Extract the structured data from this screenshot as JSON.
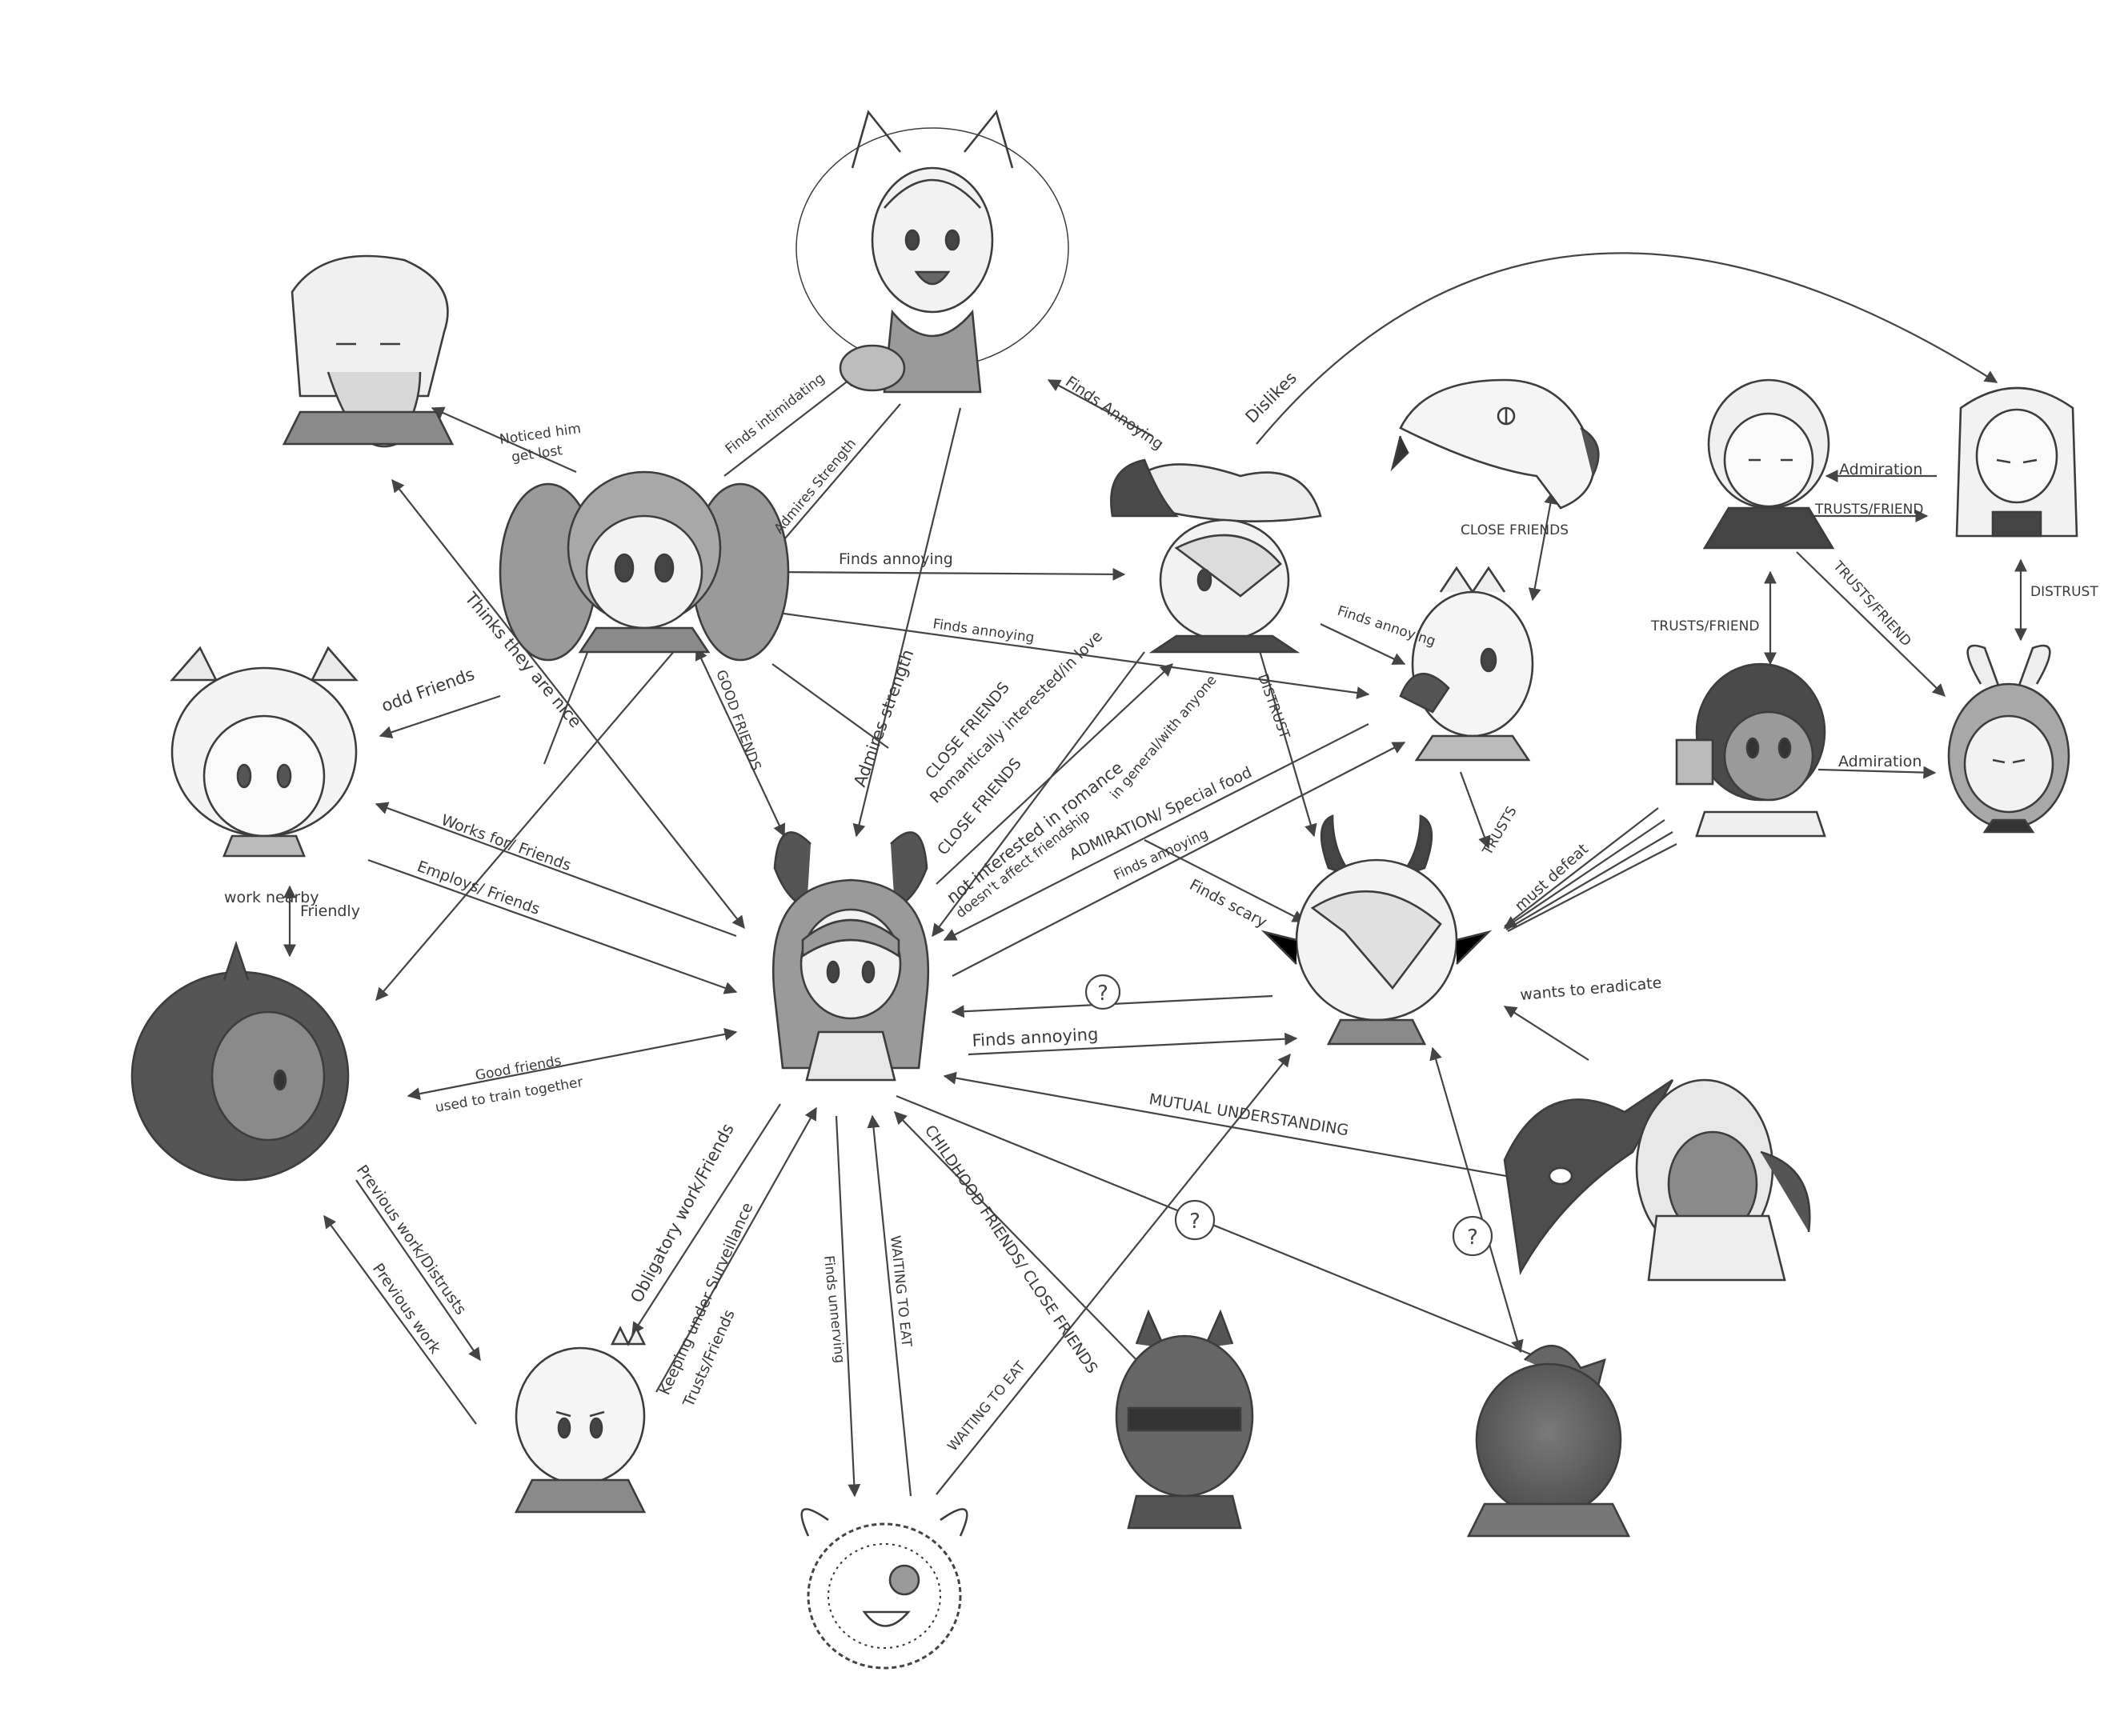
{
  "colors": {
    "ink": "#444444",
    "label": "#3a3a3a",
    "background": "#ffffff",
    "portrait_tone": "#8c8c8c"
  },
  "characters": [
    {
      "id": "bunny",
      "icon": "bunny-eared-girl-portrait"
    },
    {
      "id": "cat",
      "icon": "cat-eared-wild-hair-girl-portrait"
    },
    {
      "id": "old",
      "icon": "bearded-old-man-portrait"
    },
    {
      "id": "twin",
      "icon": "twin-tailed-girl-portrait"
    },
    {
      "id": "bow",
      "icon": "bow-haired-girl-portrait"
    },
    {
      "id": "curly",
      "icon": "curly-haired-girl-portrait"
    },
    {
      "id": "crown",
      "icon": "crowned-boy-portrait"
    },
    {
      "id": "scribble",
      "icon": "scribbled-winged-creature-portrait"
    },
    {
      "id": "blind",
      "icon": "blindfolded-horned-girl-portrait"
    },
    {
      "id": "dark",
      "icon": "shadowed-silhouette-portrait"
    },
    {
      "id": "dragon",
      "icon": "dragon-and-girl-portrait"
    },
    {
      "id": "demon",
      "icon": "horned-demon-girl-portrait"
    },
    {
      "id": "witch",
      "icon": "witch-hat-girl-portrait"
    },
    {
      "id": "snake",
      "icon": "snake-portrait"
    },
    {
      "id": "duck",
      "icon": "duck-bonnet-girl-portrait"
    },
    {
      "id": "shorthair",
      "icon": "short-haired-girl-portrait"
    },
    {
      "id": "longhair",
      "icon": "long-haired-girl-portrait"
    },
    {
      "id": "smallbunny",
      "icon": "small-bunny-girl-portrait"
    },
    {
      "id": "hammer",
      "icon": "hammer-girl-portrait"
    }
  ],
  "labels": {
    "finds_intimidating": "Finds intimidating",
    "admires_strength_top": "Admires Strength",
    "finds_annoying_cat": "Finds Annoying",
    "noticed_him": "Noticed him",
    "get_lost": "get lost",
    "finds_annoying_twin_witch": "Finds annoying",
    "thinks_they_are_nice": "Thinks they are nice",
    "good_friends": "GOOD FRIENDS",
    "admires_strength_mid": "Admires strength",
    "finds_annoying_mid": "Finds annoying",
    "close_friends_main": "CLOSE FRIENDS",
    "romantically_interested": "Romantically interested/in love",
    "close_friends_second": "CLOSE FRIENDS",
    "not_interested_in_romance": "not interested in romance",
    "in_general_with_anyone": "in general/with anyone",
    "doesnt_affect_friendship": "doesn't affect friendship",
    "admiration_special_food": "ADMIRATION/ Special food",
    "finds_annoying_duck": "Finds annoying",
    "odd_friends": "odd Friends",
    "works_for_friends": "Works for/ Friends",
    "employs_friends": "Employs/ Friends",
    "work_nearby": "work nearby",
    "friendly": "Friendly",
    "good_friends_curly": "Good friends",
    "used_to_train_together": "used to train together",
    "dislikes": "Dislikes",
    "close_friends_snake": "CLOSE FRIENDS",
    "finds_annoying_witch_duck": "Finds annoying",
    "distrust_witch": "DISTRUST",
    "finds_scary": "Finds scary",
    "question_mark": "?",
    "finds_annoying_demon": "Finds annoying",
    "mutual_understanding": "MUTUAL UNDERSTANDING",
    "trusts": "TRUSTS",
    "must_defeat": "must defeat",
    "wants_to_eradicate": "wants to eradicate",
    "admiration_top": "Admiration",
    "trusts_friend_top": "TRUSTS/FRIEND",
    "trusts_friend_left": "TRUSTS/FRIEND",
    "trusts_friend_diag": "TRUSTS/FRIEND",
    "distrust_right": "DISTRUST",
    "admiration_bottom": "Admiration",
    "previous_work_distrusts": "Previous work/Distrusts",
    "previous_work": "Previous work",
    "obligatory_work_friends": "Obligatory work/Friends",
    "keeping_under_surveillance": "Keeping under Surveillance",
    "trusts_friends": "Trusts/Friends",
    "finds_unnerving": "Finds unnerving",
    "waiting_to_eat_1": "WAITING TO EAT",
    "waiting_to_eat_2": "WAITING TO EAT",
    "childhood_friends": "CHILDHOOD FRIENDS/ CLOSE FRIENDS"
  }
}
